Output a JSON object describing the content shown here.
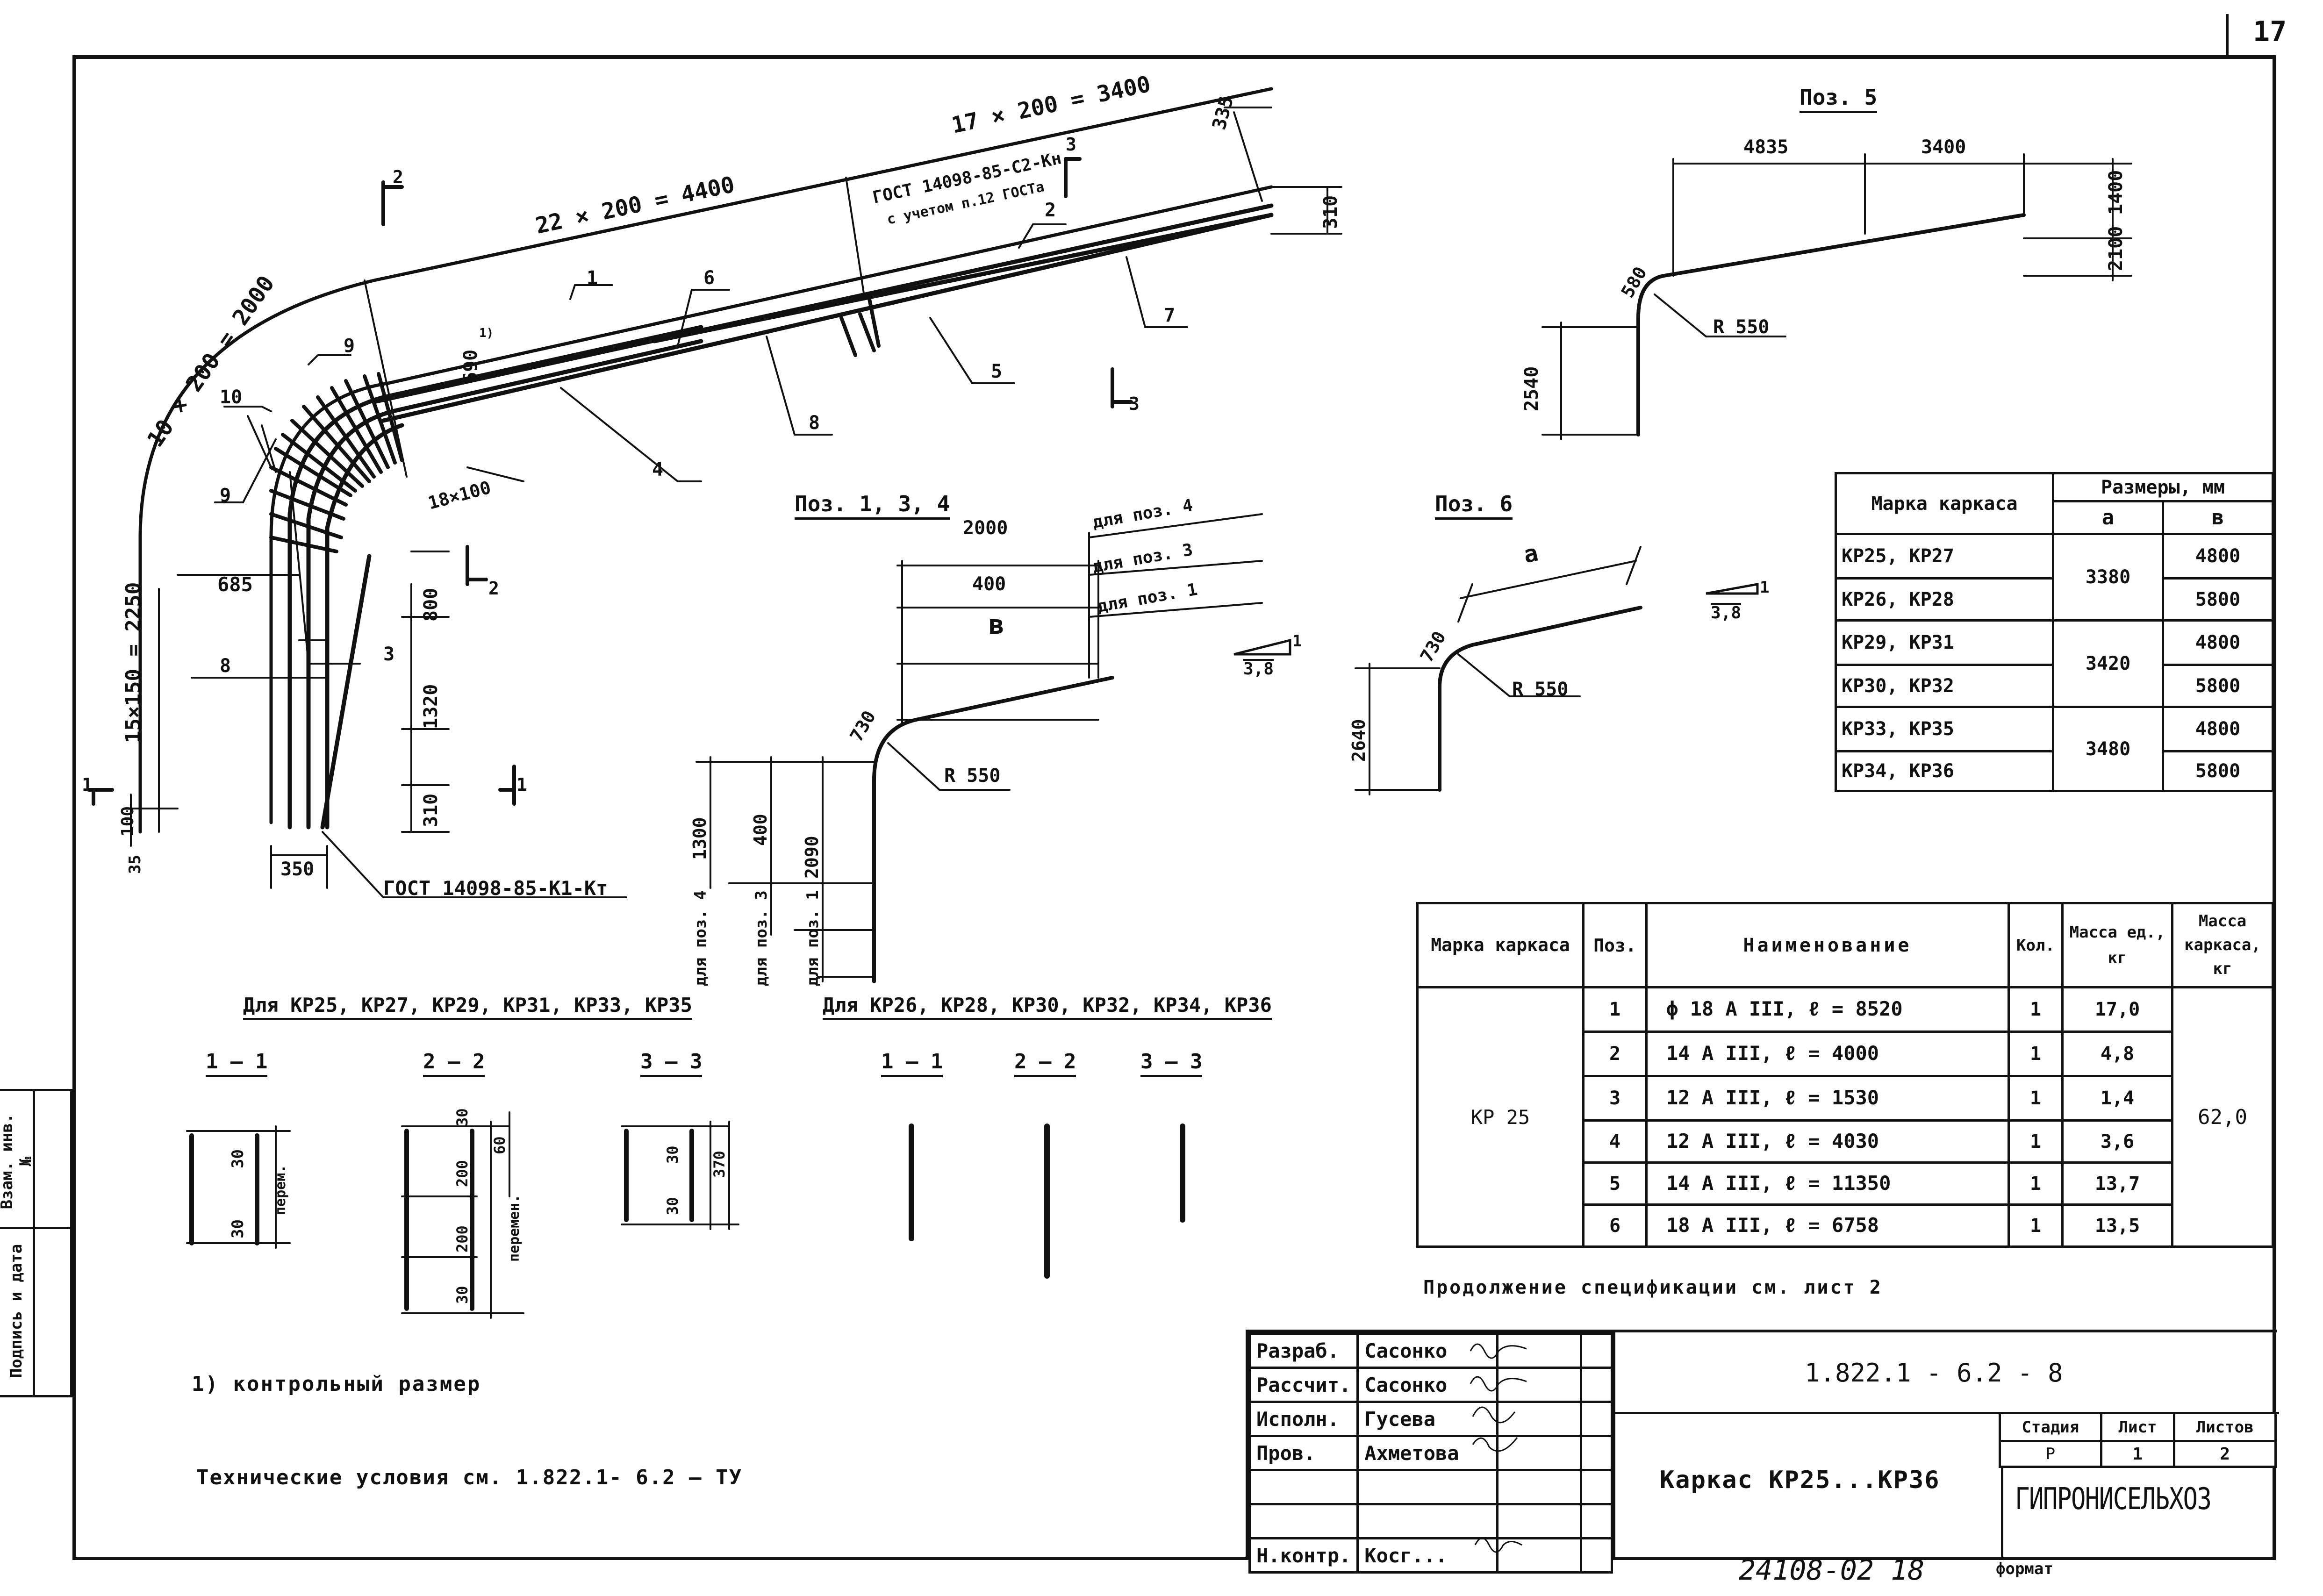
{
  "sheet_number": "17",
  "stamp_number": "24108-02  18",
  "format_label": "формат",
  "main_drawing": {
    "dims": {
      "d_22x200": "22 × 200 = 4400",
      "d_17x200": "17 × 200 = 3400",
      "d_335": "335",
      "d_310_right": "310",
      "d_10x200": "10 × 200 = 2000",
      "d_15x150": "15×150 = 2250",
      "d_690": "690",
      "d_18x100": "18×100",
      "d_685": "685",
      "d_800": "800",
      "d_1320": "1320",
      "d_310_bottom": "310",
      "d_100": "100",
      "d_35": "35",
      "d_350": "350"
    },
    "notes": {
      "gost_c2": "ГОСТ 14098-85-С2-Кн",
      "gost_c2_sub": "с учетом п.12 ГОСТа",
      "gost_k1": "ГОСТ 14098-85-К1-Кт"
    },
    "callouts": [
      "1",
      "2",
      "3",
      "4",
      "5",
      "6",
      "7",
      "8",
      "9",
      "9",
      "10",
      "8"
    ],
    "section_marks": [
      "2",
      "3",
      "3",
      "2",
      "1",
      "1"
    ],
    "footnote_mark": "1)"
  },
  "pos5": {
    "title": "Поз. 5",
    "d1": "4835",
    "d2": "3400",
    "d3": "1400",
    "d4": "2100",
    "d5": "2540",
    "angle": "580",
    "radius": "R 550"
  },
  "pos134": {
    "title": "Поз. 1, 3, 4",
    "d_2000": "2000",
    "d_400": "400",
    "d_b": "в",
    "for_pos4": "для поз. 4",
    "for_pos3": "для поз. 3",
    "for_pos1": "для поз. 1",
    "angle": "730",
    "radius": "R 550",
    "v_1300": "1300",
    "v_400": "400",
    "v_2090": "2090",
    "v_label4": "для поз. 4",
    "v_label3": "для поз. 3",
    "v_label1": "для поз. 1",
    "slope": "3,8",
    "slope_one": "1"
  },
  "pos6": {
    "title": "Поз. 6",
    "d_a": "а",
    "angle": "730",
    "radius": "R 550",
    "height": "2640",
    "slope": "3,8",
    "slope_one": "1"
  },
  "sizes_table": {
    "header_brand": "Марка каркаса",
    "header_sizes": "Размеры, мм",
    "col_a": "а",
    "col_b": "в",
    "rows": [
      {
        "brand": "КР25,  КР27",
        "a": "3380",
        "b": "4800"
      },
      {
        "brand": "КР26,  КР28",
        "a": "",
        "b": "5800"
      },
      {
        "brand": "КР29,  КР31",
        "a": "3420",
        "b": "4800"
      },
      {
        "brand": "КР30,  КР32",
        "a": "",
        "b": "5800"
      },
      {
        "brand": "КР33,  КР35",
        "a": "3480",
        "b": "4800"
      },
      {
        "brand": "КР34,  КР36",
        "a": "",
        "b": "5800"
      }
    ]
  },
  "spec_table": {
    "h_brand": "Марка каркаса",
    "h_pos": "Поз.",
    "h_name": "Наименование",
    "h_qty": "Кол.",
    "h_mass_unit": "Масса ед., кг",
    "h_mass_frame": "Масса каркаса, кг",
    "brand": "КР 25",
    "total": "62,0",
    "rows": [
      {
        "pos": "1",
        "name": "ϕ 18 А III,   ℓ = 8520",
        "qty": "1",
        "mass": "17,0"
      },
      {
        "pos": "2",
        "name": "14 А III,   ℓ = 4000",
        "qty": "1",
        "mass": "4,8"
      },
      {
        "pos": "3",
        "name": "12 А III,   ℓ = 1530",
        "qty": "1",
        "mass": "1,4"
      },
      {
        "pos": "4",
        "name": "12 А III,   ℓ = 4030",
        "qty": "1",
        "mass": "3,6"
      },
      {
        "pos": "5",
        "name": "14 А III,   ℓ = 11350",
        "qty": "1",
        "mass": "13,7"
      },
      {
        "pos": "6",
        "name": "18 А III,   ℓ = 6758",
        "qty": "1",
        "mass": "13,5"
      }
    ],
    "continuation": "Продолжение спецификации см. лист 2"
  },
  "sections": {
    "left_title": "Для  КР25, КР27, КР29, КР31, КР33, КР35",
    "right_title": "Для  КР26, КР28, КР30, КР32, КР34, КР36",
    "cuts": [
      "1 – 1",
      "2 – 2",
      "3 – 3"
    ],
    "s1": {
      "d1": "30",
      "d2": "30",
      "label": "перем."
    },
    "s2": {
      "d1": "30",
      "d2": "200",
      "d3": "200",
      "d4": "30",
      "d5": "60",
      "label": "перемен."
    },
    "s3": {
      "d1": "30",
      "d2": "30",
      "d3": "370"
    }
  },
  "notes": {
    "footnote": "1)  контрольный  размер",
    "tech": "Технические условия см. 1.822.1- 6.2 – ТУ"
  },
  "title_block": {
    "roles": [
      "Разраб.",
      "Рассчит.",
      "Исполн.",
      "Пров.",
      "",
      "",
      "Н.контр."
    ],
    "names": [
      "Сасонко",
      "Сасонко",
      "Гусева",
      "Ахметова",
      "",
      "",
      "Косг..."
    ],
    "doc_code": "1.822.1 - 6.2 - 8",
    "title": "Каркас  КР25...КР36",
    "stage_h": "Стадия",
    "sheet_h": "Лист",
    "sheets_h": "Листов",
    "stage": "Р",
    "sheet": "1",
    "sheets": "2",
    "org": "ГИПРОНИСЕЛЬХОЗ"
  },
  "side_strip": {
    "inv": "Взам. инв. №",
    "sign": "Подпись и дата"
  }
}
